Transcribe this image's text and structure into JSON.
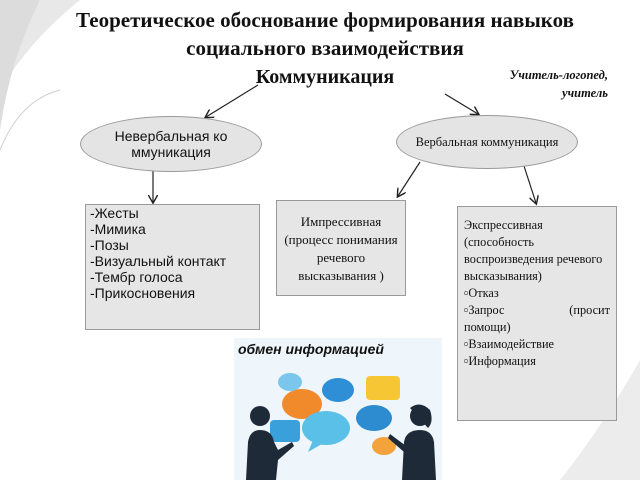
{
  "title": "Теоретическое обоснование формирования навыков социального взаимодействия",
  "subtitle": "Коммуникация",
  "roles": [
    "Учитель-логопед,",
    "учитель"
  ],
  "nonverbal": {
    "label": "Невербальная коммуникация",
    "items": [
      "-Жесты",
      "-Мимика",
      "-Позы",
      "-Визуальный контакт",
      "-Тембр голоса",
      "-Прикосновения"
    ]
  },
  "verbal": {
    "label": "Вербальная коммуникация",
    "impressive": "Импрессивная (процесс понимания речевого высказывания )",
    "expressive": {
      "heading": "Экспрессивная (способность воспроизведения речевого высказывания)",
      "item_refusal": "Отказ",
      "item_request_left": "Запрос",
      "item_request_right": "(просит",
      "item_request_rest": "помощи)",
      "item_interaction": "Взаимодействие",
      "item_information": "Информация"
    }
  },
  "exchange_label": "обмен информацией",
  "colors": {
    "box_fill": "#e6e6e6",
    "ellipse_fill": "#e4e4e4",
    "border": "#9a9a9a"
  }
}
